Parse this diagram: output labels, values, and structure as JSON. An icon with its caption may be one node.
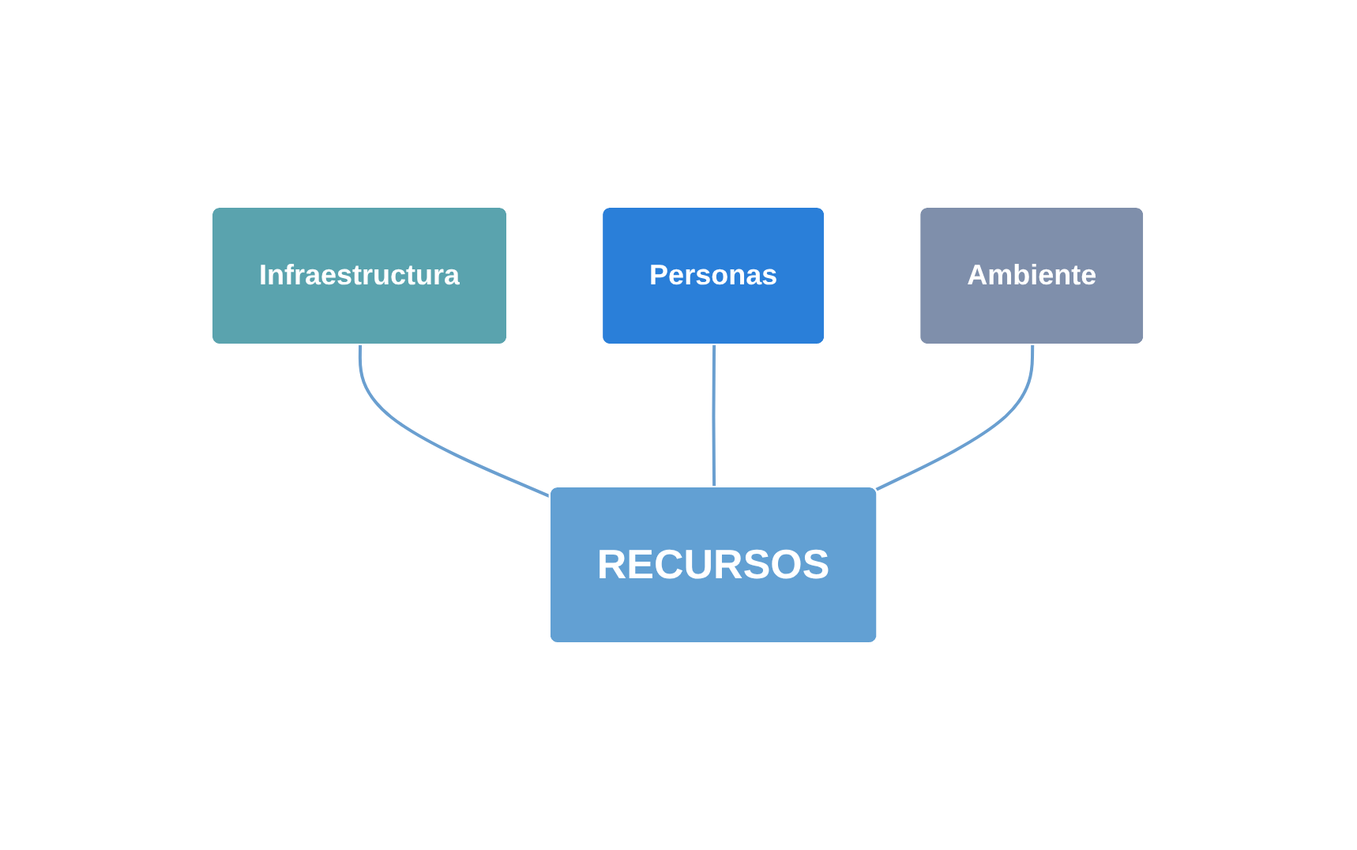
{
  "diagram": {
    "nodes": [
      {
        "text": [
          "Personas"
        ]
      },
      {
        "text": [
          "Infraestructura"
        ]
      },
      {
        "text": [
          "Ambiente"
        ]
      },
      {
        "text": [
          "RECURSOS"
        ]
      }
    ],
    "edges": [
      {
        "from": 3,
        "to": 1,
        "arrow": "none"
      },
      {
        "from": 3,
        "to": 0,
        "arrow": "none"
      },
      {
        "from": 3,
        "to": 2,
        "arrow": "none"
      }
    ]
  }
}
